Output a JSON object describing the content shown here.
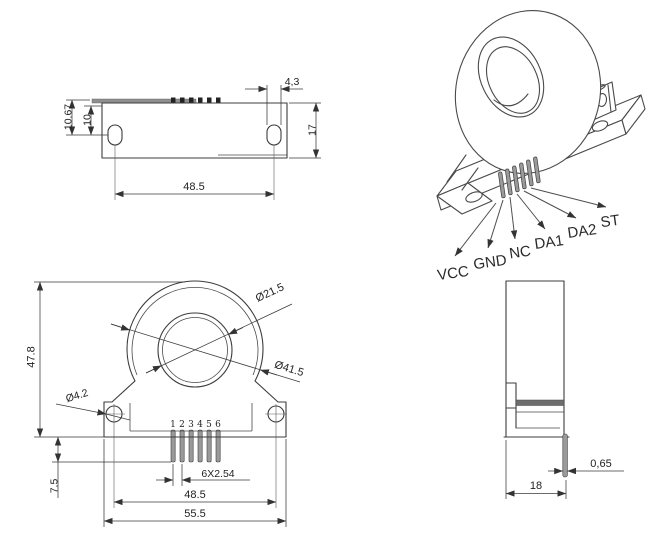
{
  "top_view": {
    "dims": {
      "slot_width": "4,3",
      "edge_to_hole_a": "10.67",
      "edge_to_hole_b": "10",
      "depth": "17",
      "hole_spacing": "48.5"
    }
  },
  "front_view": {
    "pin_numbers": [
      "1",
      "2",
      "3",
      "4",
      "5",
      "6"
    ],
    "dims": {
      "aperture_dia": "Ø21.5",
      "ring_outer_dia": "Ø41.5",
      "mount_hole_dia": "Ø4.2",
      "overall_height": "47.8",
      "pin_length": "7.5",
      "pin_pitch": "6X2.54",
      "hole_spacing": "48.5",
      "overall_width": "55.5"
    }
  },
  "side_view": {
    "dims": {
      "pin_thickness": "0,65",
      "body_depth": "18"
    }
  },
  "iso_view": {
    "pin_labels": [
      "VCC",
      "GND",
      "NC",
      "DA1",
      "DA2",
      "ST"
    ]
  },
  "colors": {
    "line": "#3c3c3c",
    "dim": "#3a3a3a",
    "pin_gray": "#9a9a9a",
    "nub_dark": "#222222",
    "band_gray": "#6e6e6e",
    "strip_gray": "#8f8f8f",
    "background": "#ffffff"
  }
}
